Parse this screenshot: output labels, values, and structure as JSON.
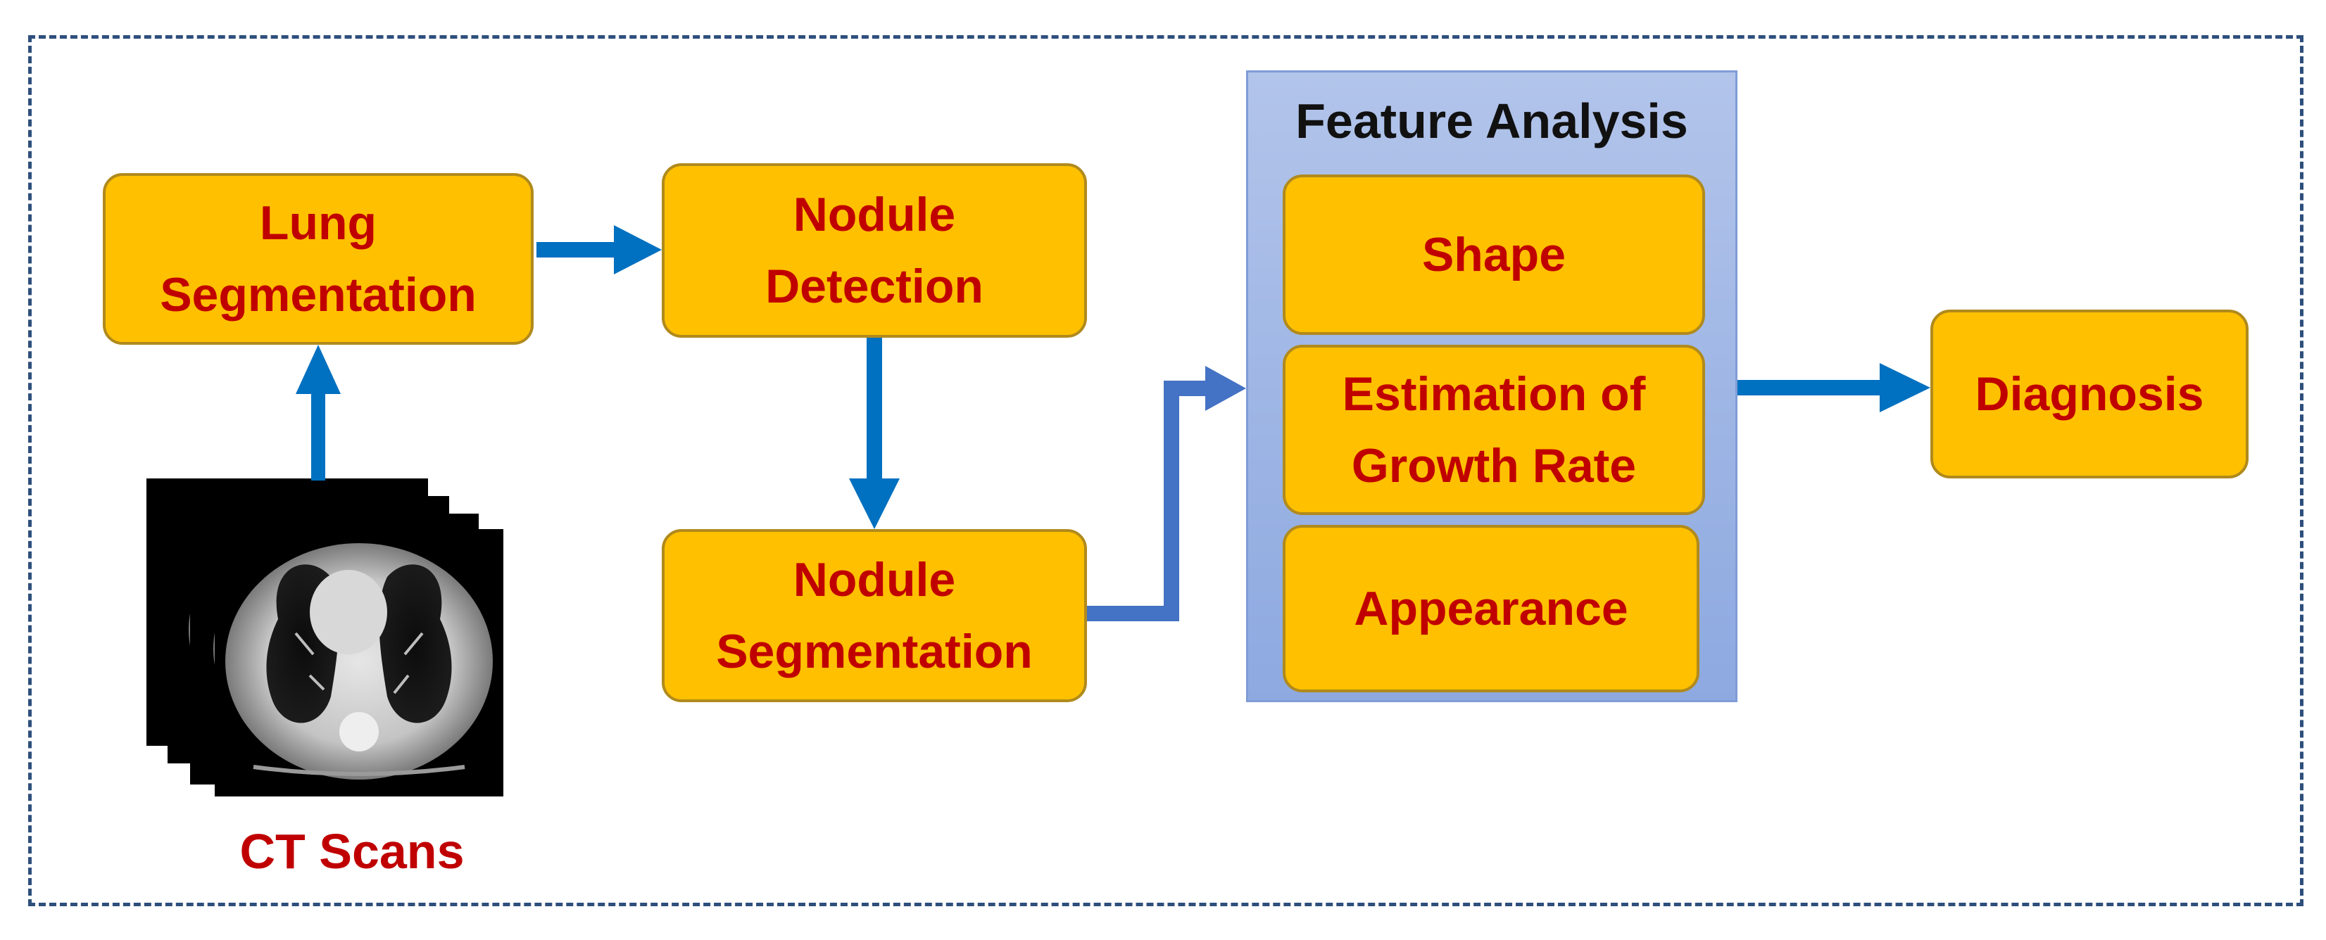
{
  "nodes": {
    "lung_segmentation": "Lung\nSegmentation",
    "nodule_detection": "Nodule\nDetection",
    "nodule_segmentation": "Nodule\nSegmentation",
    "feature_analysis": "Feature Analysis",
    "shape": "Shape",
    "growth_rate": "Estimation of\nGrowth Rate",
    "appearance": "Appearance",
    "diagnosis": "Diagnosis"
  },
  "ct_scans": {
    "label": "CT Scans"
  },
  "colors": {
    "box_fill": "#ffc000",
    "box_text": "#c00000",
    "arrow": "#0070c0",
    "panel": "#a0b6e6",
    "frame": "#2e4f7c"
  }
}
